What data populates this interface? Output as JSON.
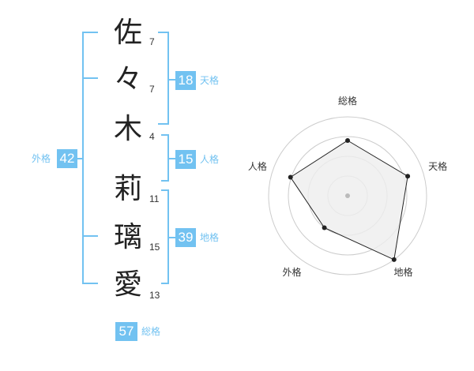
{
  "name": {
    "characters": [
      {
        "char": "佐",
        "strokes": "7"
      },
      {
        "char": "々",
        "strokes": "7"
      },
      {
        "char": "木",
        "strokes": "4"
      },
      {
        "char": "莉",
        "strokes": "11"
      },
      {
        "char": "璃",
        "strokes": "15"
      },
      {
        "char": "愛",
        "strokes": "13"
      }
    ]
  },
  "fortunes": {
    "tenkaku": {
      "value": "18",
      "label": "天格"
    },
    "jinkaku": {
      "value": "15",
      "label": "人格"
    },
    "chikaku": {
      "value": "39",
      "label": "地格"
    },
    "gaikaku": {
      "value": "42",
      "label": "外格"
    },
    "soukaku": {
      "value": "57",
      "label": "総格"
    }
  },
  "colors": {
    "accent": "#72c2f1",
    "radar_fill": "#eeeeee",
    "radar_line": "#222222",
    "ring": "#cccccc"
  },
  "chart_data": {
    "type": "radar",
    "axes": [
      "総格",
      "天格",
      "地格",
      "外格",
      "人格"
    ],
    "max": 5,
    "rings": 4,
    "values": [
      3.5,
      4.0,
      5.0,
      2.5,
      3.8
    ]
  }
}
